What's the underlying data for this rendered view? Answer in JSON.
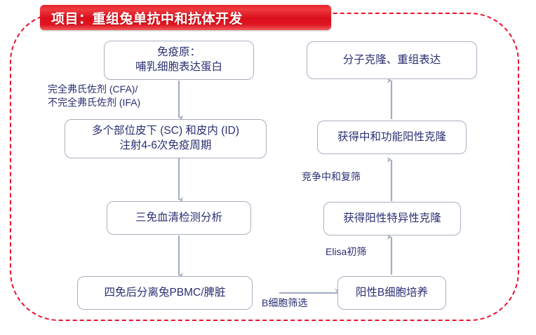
{
  "frame": {
    "accent_color": "#e8112d",
    "style": "dashed-rounded-rectangle"
  },
  "title": {
    "text": "项目：重组兔单抗中和抗体开发",
    "background_color": "#d9101c",
    "text_color": "#ffffff"
  },
  "theme": {
    "node_border_color": "#a9b0bf",
    "node_text_color": "#2b2f72",
    "connector_color": "#a6aec0",
    "node_fill": "#ffffff"
  },
  "nodes": [
    {
      "id": "immunogen",
      "label": "免疫原：\n哺乳细胞表达蛋白"
    },
    {
      "id": "injection",
      "label": "多个部位皮下 (SC) 和皮内 (ID)\n注射4-6次免疫周期"
    },
    {
      "id": "serum-test",
      "label": "三免血清检测分析"
    },
    {
      "id": "pbmc-isolation",
      "label": "四免后分离兔PBMC/脾脏"
    },
    {
      "id": "bcell-culture",
      "label": "阳性B细胞培养"
    },
    {
      "id": "specific-clone",
      "label": "获得阳性特异性克隆"
    },
    {
      "id": "neutral-clone",
      "label": "获得中和功能阳性克隆"
    },
    {
      "id": "cloning",
      "label": "分子克隆、重组表达"
    }
  ],
  "edge_labels": [
    {
      "id": "adjuvant",
      "text": "完全弗氏佐剂 (CFA)/\n不完全弗氏佐剂 (IFA)"
    },
    {
      "id": "bcell-screening",
      "text": "B细胞筛选"
    },
    {
      "id": "elisa-screening",
      "text": "Elisa初筛"
    },
    {
      "id": "competition",
      "text": "竞争中和复筛"
    }
  ]
}
